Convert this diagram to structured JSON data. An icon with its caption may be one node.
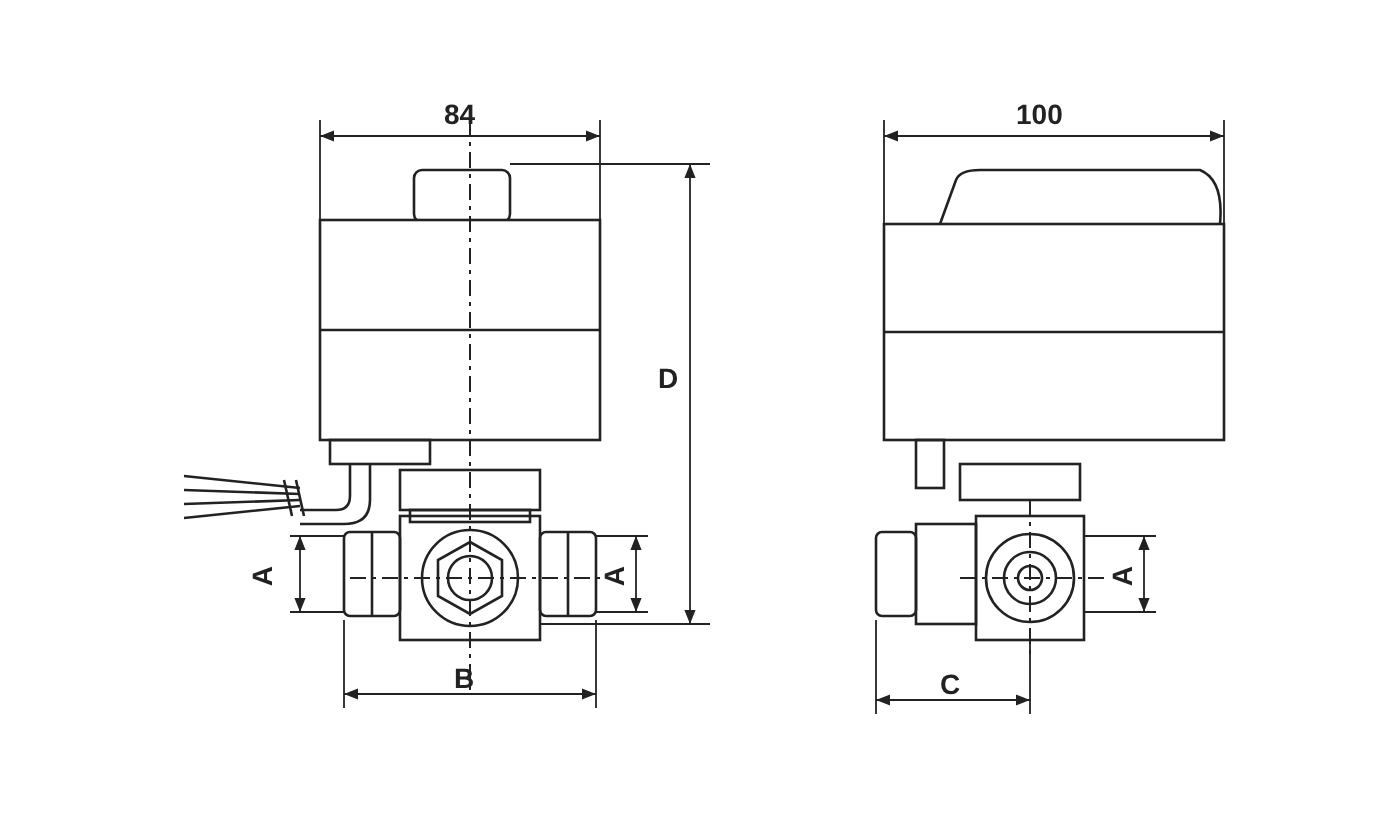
{
  "diagram": {
    "labels": [
      "84",
      "100",
      "D",
      "A",
      "A",
      "A",
      "B",
      "C"
    ]
  }
}
